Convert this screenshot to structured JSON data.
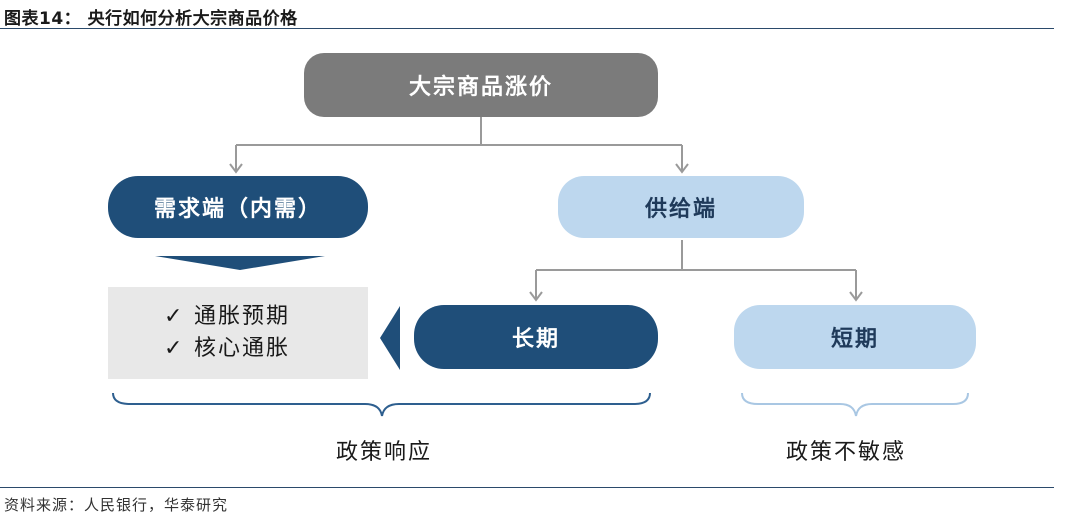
{
  "figure": {
    "title": "图表14：  央行如何分析大宗商品价格",
    "source": "资料来源：人民银行，华泰研究"
  },
  "nodes": {
    "root": "大宗商品涨价",
    "demand": "需求端（内需）",
    "supply": "供给端",
    "long_term": "长期",
    "short_term": "短期"
  },
  "checklist": {
    "mark": "✓",
    "items": [
      "通胀预期",
      "核心通胀"
    ]
  },
  "captions": {
    "policy_response": "政策响应",
    "policy_insensitive": "政策不敏感"
  },
  "colors": {
    "gray": "#7b7b7b",
    "dark_blue": "#1f4e79",
    "light_blue": "#bdd7ee",
    "connector": "#9a9a9a"
  }
}
